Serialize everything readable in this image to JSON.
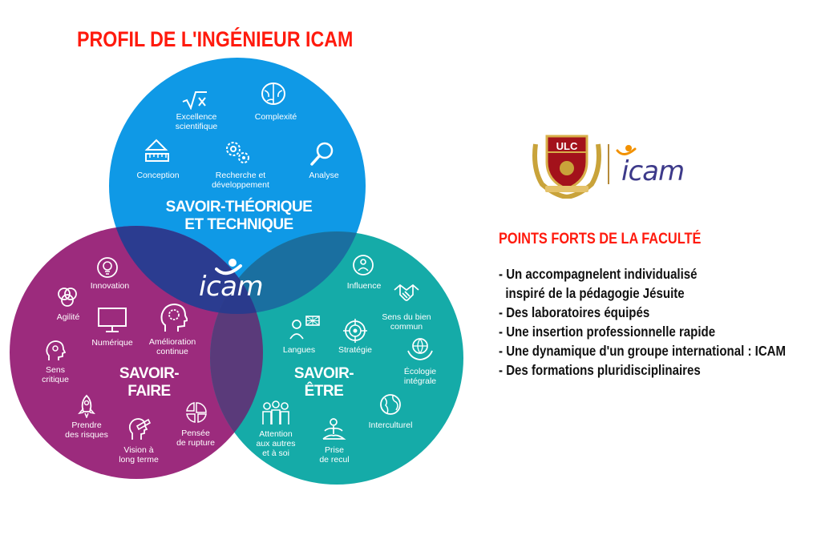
{
  "title": "PROFIL DE L'INGÉNIEUR ICAM",
  "colors": {
    "title_red": "#ff1a0d",
    "circle_blue": "#0f99e6",
    "circle_purple": "#9c2b7d",
    "circle_teal": "#15aba8",
    "overlap_navy": "#2a3a8c",
    "logo_purple": "#3d3a8a"
  },
  "venn": {
    "center_logo": "icam",
    "top_circle": {
      "title": "SAVOIR-THÉORIQUE\nET TECHNIQUE",
      "items": [
        {
          "label": "Excellence\nscientifique",
          "icon": "sqrt-icon"
        },
        {
          "label": "Complexité",
          "icon": "brain-icon"
        },
        {
          "label": "Conception",
          "icon": "ruler-icon"
        },
        {
          "label": "Recherche et\ndéveloppement",
          "icon": "gears-icon"
        },
        {
          "label": "Analyse",
          "icon": "magnifier-icon"
        }
      ]
    },
    "left_circle": {
      "title": "SAVOIR-\nFAIRE",
      "items": [
        {
          "label": "Innovation",
          "icon": "lightbulb-icon"
        },
        {
          "label": "Agilité",
          "icon": "circles-icon"
        },
        {
          "label": "Numérique",
          "icon": "monitor-icon"
        },
        {
          "label": "Amélioration\ncontinue",
          "icon": "head-gear-icon"
        },
        {
          "label": "Sens\ncritique",
          "icon": "head-bulb-icon"
        },
        {
          "label": "Prendre\ndes risques",
          "icon": "rocket-icon"
        },
        {
          "label": "Vision à\nlong terme",
          "icon": "telescope-icon"
        },
        {
          "label": "Pensée\nde rupture",
          "icon": "broken-circle-icon"
        }
      ]
    },
    "right_circle": {
      "title": "SAVOIR-\nÊTRE",
      "items": [
        {
          "label": "Influence",
          "icon": "influence-icon"
        },
        {
          "label": "Sens du bien\ncommun",
          "icon": "handshake-icon"
        },
        {
          "label": "Langues",
          "icon": "people-flag-icon"
        },
        {
          "label": "Stratégie",
          "icon": "target-icon"
        },
        {
          "label": "Écologie\nintégrale",
          "icon": "globe-hands-icon"
        },
        {
          "label": "Interculturel",
          "icon": "globe-icon"
        },
        {
          "label": "Attention\naux autres\net à soi",
          "icon": "group-icon"
        },
        {
          "label": "Prise\nde recul",
          "icon": "meditation-icon"
        }
      ]
    }
  },
  "logos": {
    "ulc": "ULC",
    "icam": "icam"
  },
  "side": {
    "title": "POINTS FORTS DE LA FACULTÉ",
    "bullets": [
      "- Un accompagnelent individualisé",
      "  inspiré de la pédagogie Jésuite",
      "- Des laboratoires équipés",
      "- Une insertion professionnelle rapide",
      "- Une dynamique d'un groupe international : ICAM",
      "- Des formations pluridisciplinaires"
    ]
  }
}
